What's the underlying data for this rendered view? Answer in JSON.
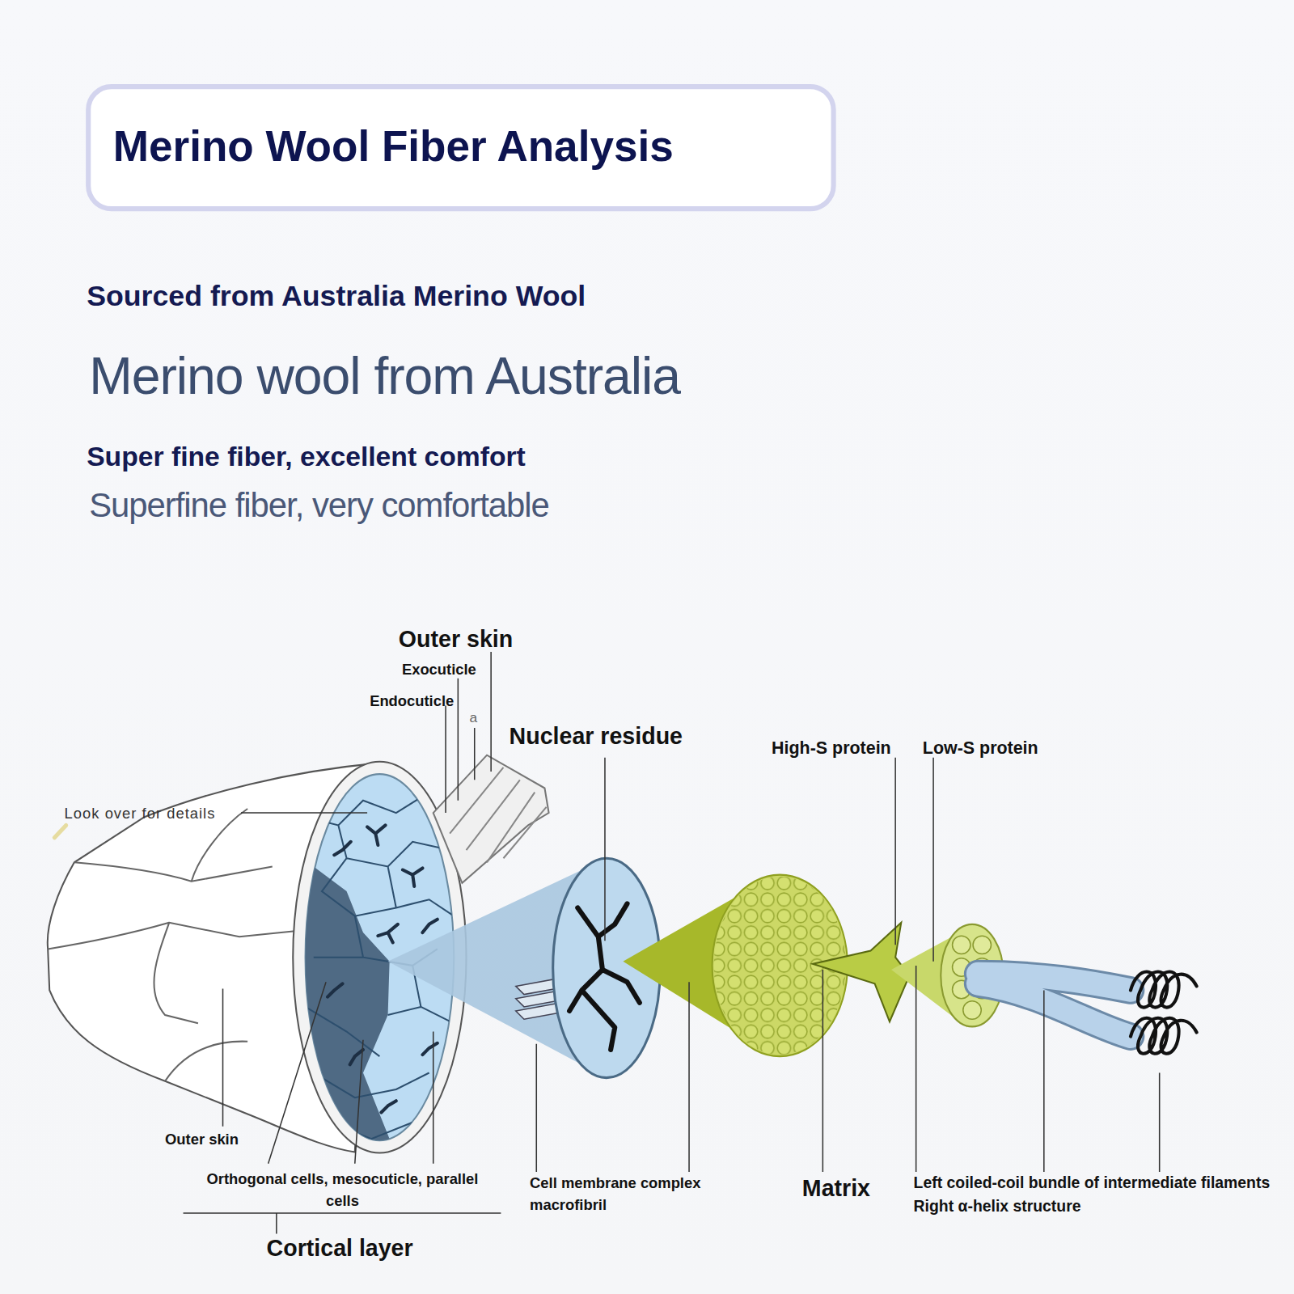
{
  "diagram": {
    "title": "Merino Wool Fiber Analysis",
    "labels": [
      "Sourced from Australia Merino Wool",
      "Merino wool from Australia",
      "Super fine fiber, excellent comfort",
      "Superfine fiber, very comfortable",
      "Outer skin",
      "Exocuticle",
      "Endocuticle",
      "a",
      "Nuclear residue",
      "High-S protein",
      "Low-S protein",
      "Look over for details",
      "Outer skin",
      "Orthogonal cells, mesocuticle, parallel cells",
      "Cortical layer",
      "Cell membrane complex macrofibril",
      "Matrix",
      "Left coiled-coil bundle of intermediate filaments Right α-helix structure"
    ]
  }
}
